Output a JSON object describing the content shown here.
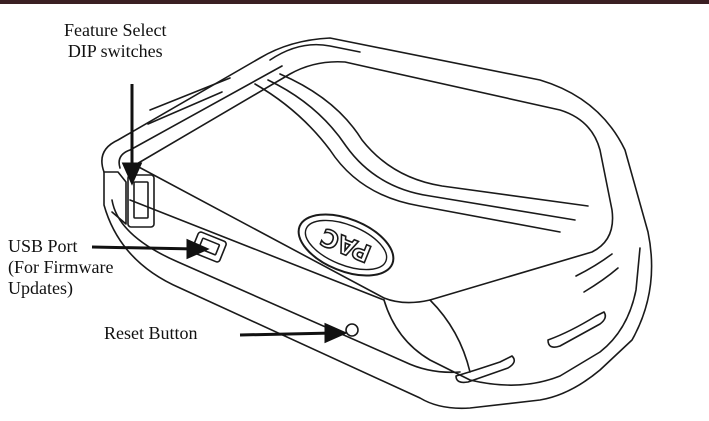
{
  "brand_logo": "PAC",
  "labels": {
    "feature_select": [
      "Feature Select",
      "DIP switches"
    ],
    "usb_port": [
      "USB Port",
      "(For Firmware",
      "Updates)"
    ],
    "reset_button": "Reset Button"
  },
  "colors": {
    "line": "#1a1a1a",
    "background": "#ffffff",
    "top_rule": "#3a1f23"
  }
}
